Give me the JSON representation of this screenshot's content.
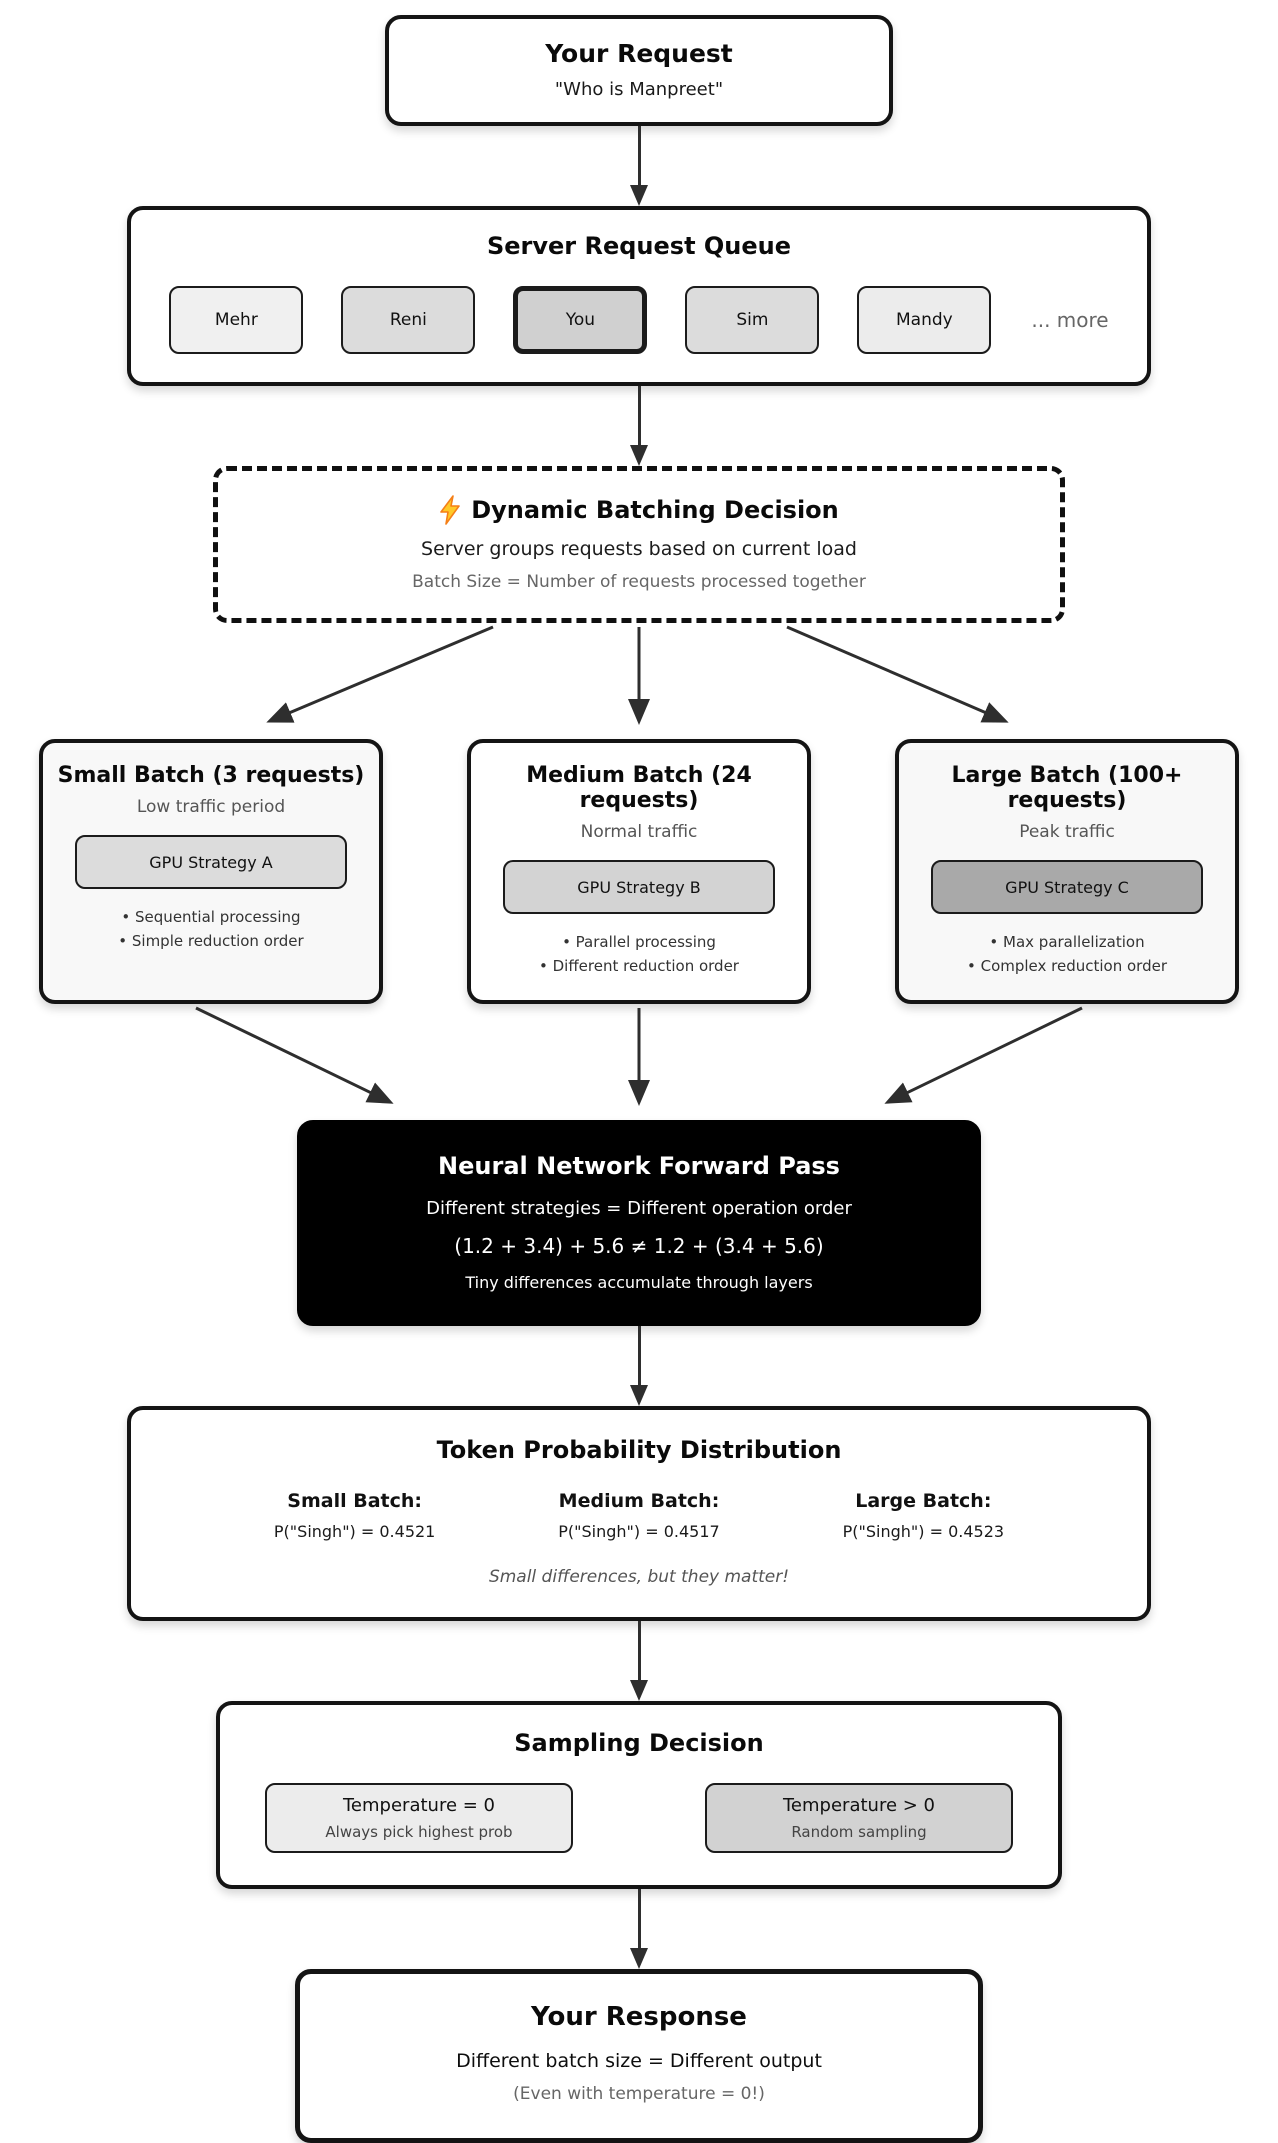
{
  "request_box": {
    "title": "Your Request",
    "subtitle": "\"Who is Manpreet\""
  },
  "queue": {
    "title": "Server Request Queue",
    "items": [
      {
        "label": "Mehr",
        "highlighted": false
      },
      {
        "label": "Reni",
        "highlighted": false
      },
      {
        "label": "You",
        "highlighted": true
      },
      {
        "label": "Sim",
        "highlighted": false
      },
      {
        "label": "Mandy",
        "highlighted": false
      }
    ],
    "more_label": "... more"
  },
  "batching": {
    "icon": "lightning-icon",
    "title": "Dynamic Batching Decision",
    "line1": "Server groups requests based on current load",
    "line2": "Batch Size = Number of requests processed together"
  },
  "batches": [
    {
      "title": "Small Batch (3 requests)",
      "subtitle": "Low traffic period",
      "strategy": "GPU Strategy A",
      "bullets": [
        "• Sequential processing",
        "• Simple reduction order"
      ]
    },
    {
      "title": "Medium Batch (24 requests)",
      "subtitle": "Normal traffic",
      "strategy": "GPU Strategy B",
      "bullets": [
        "• Parallel processing",
        "• Different reduction order"
      ]
    },
    {
      "title": "Large Batch (100+ requests)",
      "subtitle": "Peak traffic",
      "strategy": "GPU Strategy C",
      "bullets": [
        "• Max parallelization",
        "• Complex reduction order"
      ]
    }
  ],
  "forward_pass": {
    "title": "Neural Network Forward Pass",
    "line1": "Different strategies = Different operation order",
    "line2": "(1.2 + 3.4) + 5.6 ≠ 1.2 + (3.4 + 5.6)",
    "line3": "Tiny differences accumulate through layers"
  },
  "token_prob": {
    "title": "Token Probability Distribution",
    "columns": [
      {
        "label": "Small Batch:",
        "value": "P(\"Singh\") = 0.4521"
      },
      {
        "label": "Medium Batch:",
        "value": "P(\"Singh\") = 0.4517"
      },
      {
        "label": "Large Batch:",
        "value": "P(\"Singh\") = 0.4523"
      }
    ],
    "note": "Small differences, but they matter!"
  },
  "sampling": {
    "title": "Sampling Decision",
    "options": [
      {
        "title": "Temperature = 0",
        "subtitle": "Always pick highest prob"
      },
      {
        "title": "Temperature > 0",
        "subtitle": "Random sampling"
      }
    ]
  },
  "response_box": {
    "title": "Your Response",
    "line1": "Different batch size = Different output",
    "line2": "(Even with temperature = 0!)"
  },
  "colors": {
    "box_border": "#141414",
    "arrow": "#2e2e2e",
    "black_box_bg": "#000000",
    "chip_light": "#f0f0f0",
    "chip_mid": "#dcdcdc",
    "chip_selected": "#d0d0d0",
    "strategy_a": "#dcdcdc",
    "strategy_b": "#d3d3d3",
    "strategy_c": "#a9a9a9",
    "option_left": "#ececec",
    "option_right": "#d2d2d2",
    "muted_text": "#666666",
    "lightning_yellow": "#ffc928",
    "lightning_outline": "#f57f17"
  }
}
